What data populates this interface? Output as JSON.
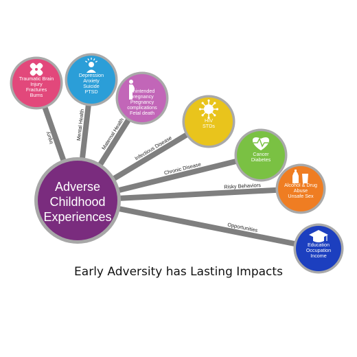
{
  "center": {
    "lines": [
      "Adverse",
      "Childhood",
      "Experiences"
    ],
    "color": "#7a2c7e",
    "border": "#a7a7a7"
  },
  "spoke_color": "#7f7f7f",
  "caption": "Early Adversity has Lasting Impacts",
  "outcomes": [
    {
      "category": "Injury",
      "color": "#e2487b",
      "icon": "bandage-cross-icon",
      "lines": [
        "Traumatic Brain",
        "Injury",
        "Fractures",
        "Burns"
      ]
    },
    {
      "category": "Mental Health",
      "color": "#2b9ed8",
      "icon": "person-mind-icon",
      "lines": [
        "Depression",
        "Anxiety",
        "Suicide",
        "PTSD"
      ]
    },
    {
      "category": "Maternal Health",
      "color": "#c266b8",
      "icon": "pregnant-woman-icon",
      "lines": [
        "Unintended",
        "pregnancy",
        "Pregnancy",
        "complications",
        "Fetal death"
      ]
    },
    {
      "category": "Infectious Disease",
      "color": "#e9c41c",
      "icon": "virus-icon",
      "lines": [
        "HIV",
        "STDs"
      ]
    },
    {
      "category": "Chronic Disease",
      "color": "#7ac143",
      "icon": "heart-pulse-icon",
      "lines": [
        "Cancer",
        "Diabetes"
      ]
    },
    {
      "category": "Risky Behaviors",
      "color": "#ef7d22",
      "icon": "bottle-glass-icon",
      "lines": [
        "Alcohol & Drug",
        "Abuse",
        "Unsafe Sex"
      ]
    },
    {
      "category": "Opportunities",
      "color": "#1c3fbf",
      "icon": "graduation-cap-icon",
      "lines": [
        "Education",
        "Occupation",
        "Income"
      ]
    }
  ]
}
